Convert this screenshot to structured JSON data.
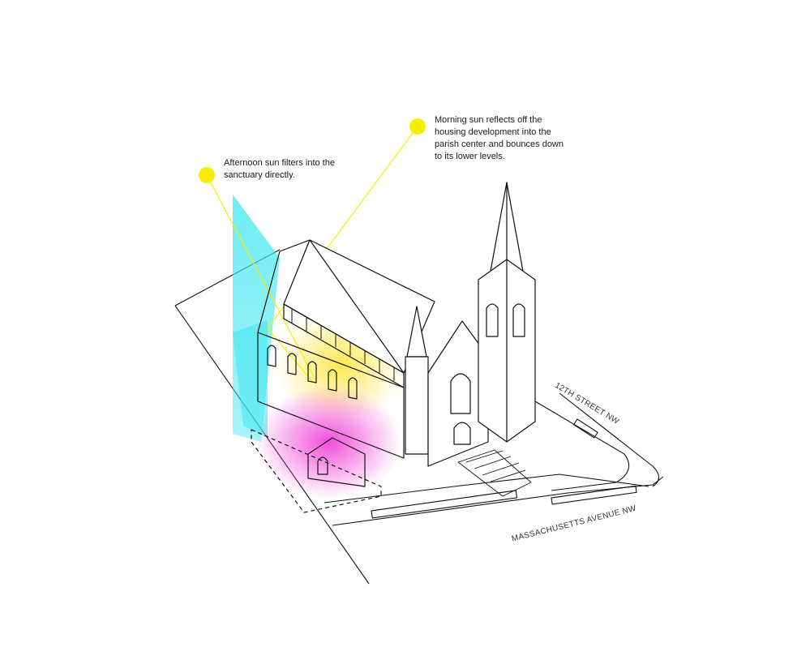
{
  "annotations": {
    "afternoon": "Afternoon sun filters into the sanctuary directly.",
    "morning": "Morning sun reflects off the housing development into the parish center and bounces down to its lower levels."
  },
  "streets": {
    "twelfth": "12TH STREET NW",
    "massachusetts": "MASSACHUSETTS AVENUE NW"
  },
  "colors": {
    "sun": "#f5ee00",
    "afternoon_light": "#3ee6f0",
    "morning_light": "#ffe84a",
    "interior_glow": "#f03ad6",
    "linework": "#111111"
  },
  "icons": {
    "sun_markers": "sun-dot-icon"
  }
}
